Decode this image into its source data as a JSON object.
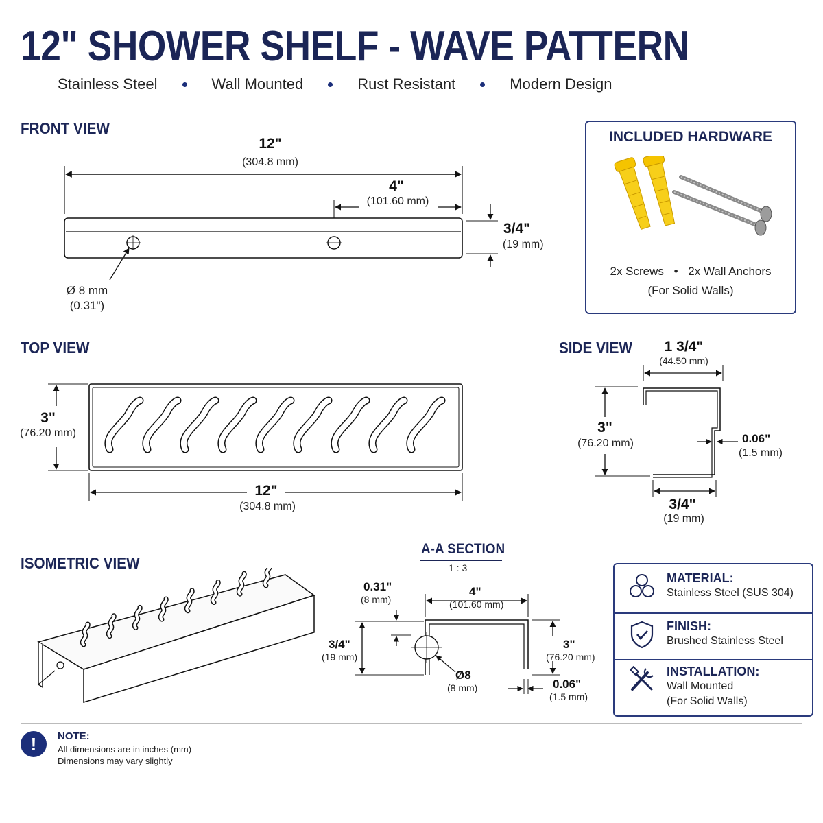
{
  "header": {
    "title": "12\" SHOWER SHELF - WAVE PATTERN",
    "features": [
      "Stainless Steel",
      "Wall Mounted",
      "Rust Resistant",
      "Modern Design"
    ]
  },
  "front_view": {
    "title": "FRONT VIEW",
    "width_in": "12\"",
    "width_mm": "(304.8 mm)",
    "hole_spacing_in": "4\"",
    "hole_spacing_mm": "(101.60 mm)",
    "height_in": "3/4\"",
    "height_mm": "(19 mm)",
    "hole_dia": "Ø 8 mm",
    "hole_dia_in": "(0.31\")"
  },
  "hardware": {
    "title": "INCLUDED HARDWARE",
    "line1_a": "2x Screws",
    "line1_b": "2x Wall Anchors",
    "line2": "(For Solid Walls)"
  },
  "top_view": {
    "title": "TOP VIEW",
    "depth_in": "3\"",
    "depth_mm": "(76.20 mm)",
    "width_in": "12\"",
    "width_mm": "(304.8 mm)",
    "slot_count": 9
  },
  "side_view": {
    "title": "SIDE VIEW",
    "top_in": "1 3/4\"",
    "top_mm": "(44.50 mm)",
    "height_in": "3\"",
    "height_mm": "(76.20 mm)",
    "thick_in": "0.06\"",
    "thick_mm": "(1.5 mm)",
    "bottom_in": "3/4\"",
    "bottom_mm": "(19 mm)"
  },
  "isometric_view": {
    "title": "ISOMETRIC VIEW",
    "slot_count": 8
  },
  "section": {
    "title": "A-A SECTION",
    "scale": "1 : 3",
    "hole_off_in": "0.31\"",
    "hole_off_mm": "(8 mm)",
    "width_in": "4\"",
    "width_mm": "(101.60 mm)",
    "left_h_in": "3/4\"",
    "left_h_mm": "(19 mm)",
    "right_h_in": "3\"",
    "right_h_mm": "(76.20 mm)",
    "dia": "Ø8",
    "dia_mm": "(8 mm)",
    "thick_in": "0.06\"",
    "thick_mm": "(1.5 mm)"
  },
  "specs": [
    {
      "label": "MATERIAL:",
      "value": "Stainless Steel (SUS 304)",
      "icon": "molecule-icon"
    },
    {
      "label": "FINISH:",
      "value": "Brushed Stainless Steel",
      "icon": "shield-check-icon"
    },
    {
      "label": "INSTALLATION:",
      "value": "Wall Mounted",
      "value2": "(For Solid Walls)",
      "icon": "tools-icon"
    }
  ],
  "note": {
    "title": "NOTE:",
    "line1": "All dimensions are in inches (mm)",
    "line2": "Dimensions may vary slightly"
  },
  "colors": {
    "navy": "#1b2556",
    "accent": "#1b2e7a",
    "anchor_yellow": "#f5c400"
  }
}
